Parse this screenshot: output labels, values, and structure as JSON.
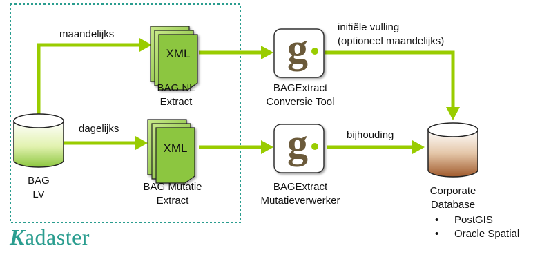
{
  "dataset": {
    "name": "BAG",
    "source": "LV"
  },
  "edges": {
    "monthly": "maandelijks",
    "daily": "dagelijks",
    "initial_fill_line1": "initiële vulling",
    "initial_fill_line2": "(optioneel maandelijks)",
    "update": "bijhouding"
  },
  "documents": {
    "badge": "XML",
    "nl_extract": {
      "line1": "BAG NL",
      "line2": "Extract"
    },
    "mutation_extract": {
      "line1": "BAG Mutatie",
      "line2": "Extract"
    }
  },
  "tools": {
    "logo_letter": "g",
    "conversion": {
      "line1": "BAGExtract",
      "line2": "Conversie Tool"
    },
    "mutation_processor": {
      "line1": "BAGExtract",
      "line2": "Mutatieverwerker"
    }
  },
  "target": {
    "line1": "Corporate",
    "line2": "Database",
    "databases": [
      "PostGIS",
      "Oracle Spatial"
    ]
  },
  "brand": {
    "first_letter": "K",
    "rest": "adaster"
  },
  "colors": {
    "arrow": "#99cc00",
    "document": "#8cc63f",
    "dashed_border": "#2a9d8f",
    "brand": "#2a9d8f",
    "logo_letter": "#6b5a3a",
    "logo_dot": "#99cc00",
    "target_db": "#a05a2c"
  }
}
